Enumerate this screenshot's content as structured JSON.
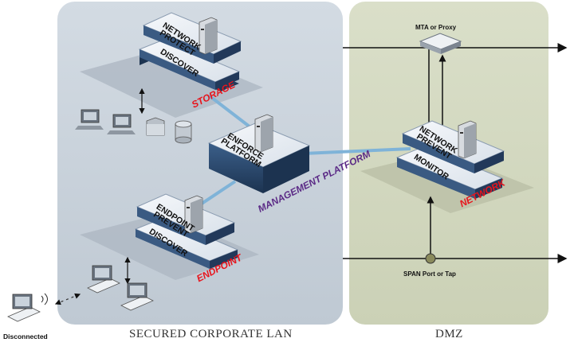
{
  "zones": {
    "lan_label": "SECURED CORPORATE LAN",
    "dmz_label": "DMZ"
  },
  "storage": {
    "tier_top": "NETWORK\nPROTECT",
    "tier_bottom": "DISCOVER",
    "zone": "STORAGE"
  },
  "management": {
    "tier": "ENFORCE\nPLATFORM",
    "zone": "MANAGEMENT\nPLATFORM"
  },
  "endpoint": {
    "tier_top": "ENDPOINT\nPREVENT",
    "tier_bottom": "DISCOVER",
    "zone": "ENDPOINT"
  },
  "network": {
    "tier_top": "NETWORK\nPREVENT",
    "tier_bottom": "MONITOR",
    "zone": "NETWORK"
  },
  "devices": {
    "mta": "MTA or Proxy",
    "span": "SPAN Port or Tap",
    "disconnected": "Disconnected"
  },
  "colors": {
    "lan_bg": "#c9d3dc",
    "dmz_bg": "#d4d9c2",
    "platform_top": "#e9eef4",
    "platform_side": "#2d4a6e",
    "link": "#7fb3d8",
    "red": "#e8141c",
    "purple": "#5b2a86"
  }
}
